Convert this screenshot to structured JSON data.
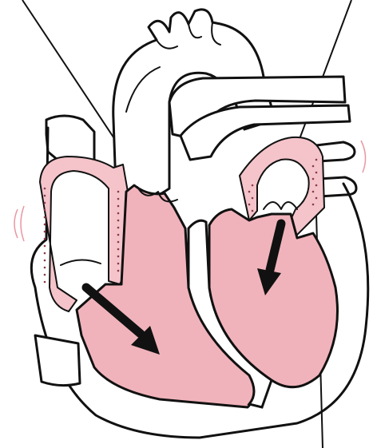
{
  "diagram": {
    "subject": "heart-cross-section",
    "colors": {
      "chamber_fill": "#f1b3bb",
      "wall_fill": "#f4c4ca",
      "outline": "#111111",
      "background": "#ffffff",
      "arrow": "#111111"
    },
    "icons": {
      "flow_arrow": "blood-flow-arrow",
      "leader_line": "label-leader-line"
    }
  }
}
